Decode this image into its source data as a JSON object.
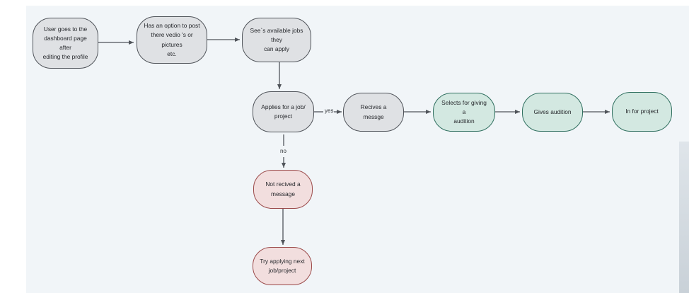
{
  "colors": {
    "canvas": "#f1f5f8",
    "node_gray": "#dfe1e4",
    "node_green": "#d3e8e1",
    "node_red": "#f2dede",
    "stroke": "#50545a"
  },
  "nodes": {
    "n1": "User goes to the\ndashboard page after\nediting the profile",
    "n2": "Has an option to post\nthere vedio 's or pictures\netc.",
    "n3": "See`s available jobs they\ncan apply",
    "n4": "Applies for a job/\nproject",
    "n5": "Recives a messge",
    "n6": "Selects for giving a\naudition",
    "n7": "Gives audition",
    "n8": "In for project",
    "n9": "Not recived a\nmessage",
    "n10": "Try applying next\njob/project"
  },
  "edge_labels": {
    "yes": "yes",
    "no": "no"
  }
}
